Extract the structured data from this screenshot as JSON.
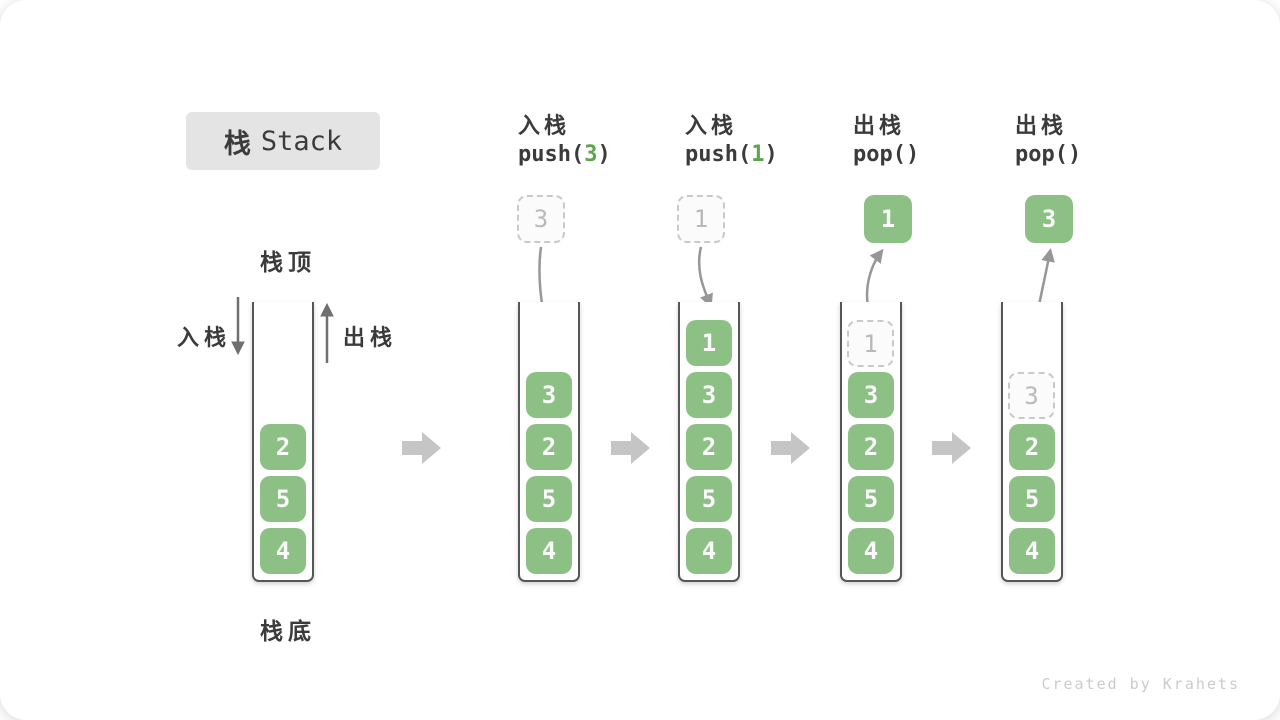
{
  "title": {
    "zh": "栈",
    "en": "Stack"
  },
  "labels": {
    "stack_top": "栈顶",
    "stack_bottom": "栈底",
    "push_in": "入栈",
    "pop_out": "出栈"
  },
  "credit": "Created by Krahets",
  "colors": {
    "cell_green": "#8CC084",
    "code_arg_green": "#5EA34E",
    "title_bg": "#E4E4E4",
    "ink": "#3B3B3B",
    "dashed_border": "#C9C9C9",
    "dashed_text": "#B9B9B9",
    "curve_arrow": "#979797",
    "big_arrow": "#C5C5C5",
    "credit_text": "#CBCBCB"
  },
  "stages": [
    {
      "id": "initial",
      "caption": null,
      "stack": [
        "2",
        "5",
        "4"
      ],
      "ghost": null,
      "float_box": null
    },
    {
      "id": "push-3",
      "caption": {
        "line1": "入栈",
        "code_pre": "push(",
        "code_arg": "3",
        "code_post": ")"
      },
      "stack": [
        "3",
        "2",
        "5",
        "4"
      ],
      "ghost": null,
      "float_box": {
        "value": "3",
        "kind": "dashed"
      }
    },
    {
      "id": "push-1",
      "caption": {
        "line1": "入栈",
        "code_pre": "push(",
        "code_arg": "1",
        "code_post": ")"
      },
      "stack": [
        "1",
        "3",
        "2",
        "5",
        "4"
      ],
      "ghost": null,
      "float_box": {
        "value": "1",
        "kind": "dashed"
      }
    },
    {
      "id": "pop-1",
      "caption": {
        "line1": "出栈",
        "code_pre": "pop()",
        "code_arg": "",
        "code_post": ""
      },
      "stack": [
        "3",
        "2",
        "5",
        "4"
      ],
      "ghost": {
        "value": "1"
      },
      "float_box": {
        "value": "1",
        "kind": "solid"
      }
    },
    {
      "id": "pop-3",
      "caption": {
        "line1": "出栈",
        "code_pre": "pop()",
        "code_arg": "",
        "code_post": ""
      },
      "stack": [
        "2",
        "5",
        "4"
      ],
      "ghost": {
        "value": "3"
      },
      "float_box": {
        "value": "3",
        "kind": "solid"
      }
    }
  ]
}
